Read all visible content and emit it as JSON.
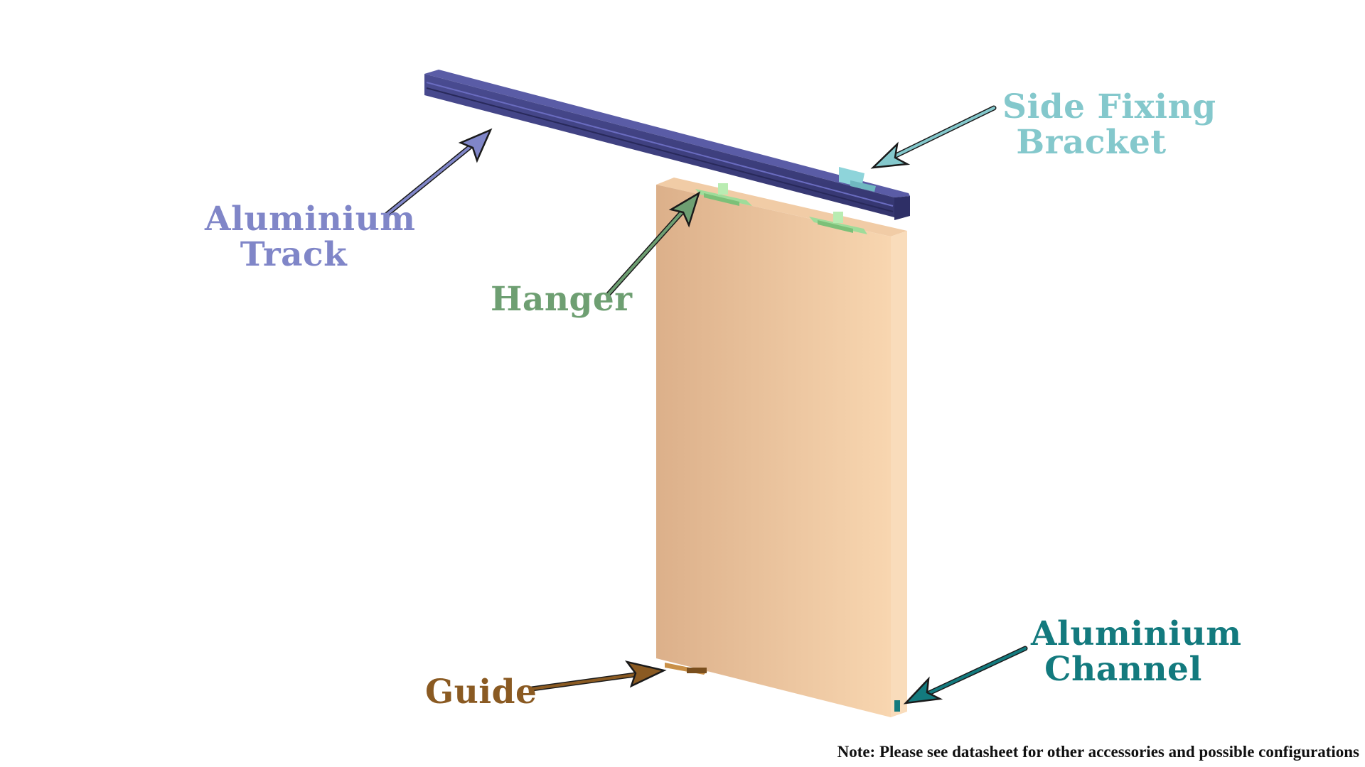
{
  "labels": {
    "track_line1": "Aluminium",
    "track_line2": "Track",
    "bracket_line1": "Side Fixing",
    "bracket_line2": "Bracket",
    "hanger": "Hanger",
    "guide": "Guide",
    "channel_line1": "Aluminium",
    "channel_line2": "Channel"
  },
  "note": "Note: Please see datasheet for other accessories and possible configurations",
  "colors": {
    "track": "#8086c8",
    "track_body": "#3b3d7c",
    "bracket": "#84c8cc",
    "hanger": "#6e9f72",
    "hanger_body": "#a8e0a4",
    "guide": "#8a5a22",
    "channel": "#137a7e",
    "door_light": "#f7d4ad",
    "door_dark": "#e2b793"
  }
}
